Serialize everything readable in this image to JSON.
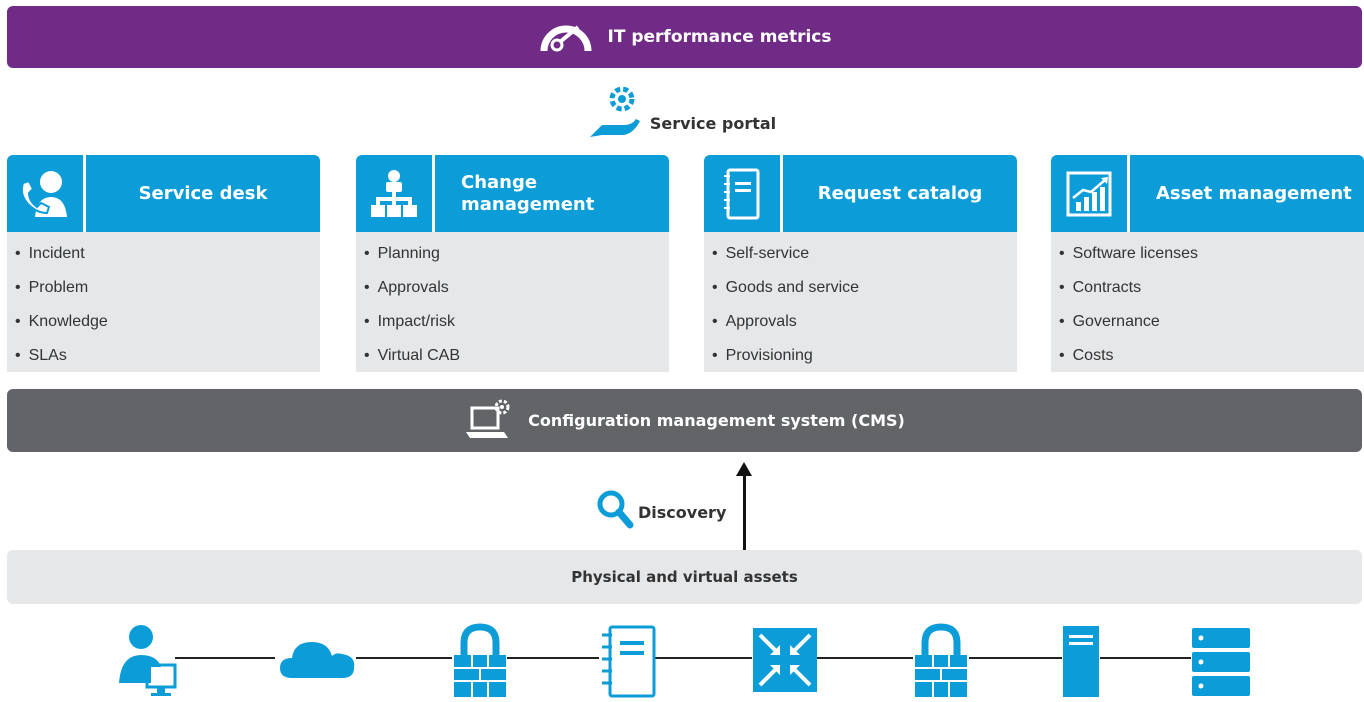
{
  "header": {
    "title": "IT performance metrics",
    "icon": "speedometer-icon",
    "color": "#702b86"
  },
  "portal": {
    "title": "Service portal",
    "icon": "hand-gear-icon"
  },
  "columns": [
    {
      "title": "Service desk",
      "icon": "phone-user-icon",
      "items": [
        "Incident",
        "Problem",
        "Knowledge",
        "SLAs"
      ]
    },
    {
      "title": "Change management",
      "icon": "org-chart-icon",
      "items": [
        "Planning",
        "Approvals",
        "Impact/risk",
        "Virtual CAB"
      ]
    },
    {
      "title": "Request catalog",
      "icon": "notebook-icon",
      "items": [
        "Self-service",
        "Goods and service",
        "Approvals",
        "Provisioning"
      ]
    },
    {
      "title": "Asset management",
      "icon": "growth-chart-icon",
      "items": [
        "Software licenses",
        "Contracts",
        "Governance",
        "Costs"
      ]
    }
  ],
  "cms": {
    "title": "Configuration management system (CMS)",
    "icon": "laptop-gear-icon",
    "color": "#626468"
  },
  "discovery": {
    "title": "Discovery",
    "icon": "magnifier-icon"
  },
  "assets": {
    "title": "Physical and virtual assets",
    "icons": [
      "user-computer-icon",
      "cloud-icon",
      "firewall-lock-icon",
      "notebook-icon",
      "network-switch-icon",
      "firewall-lock-icon",
      "server-tower-icon",
      "server-rack-icon"
    ]
  },
  "accent": "#0c9dd8"
}
